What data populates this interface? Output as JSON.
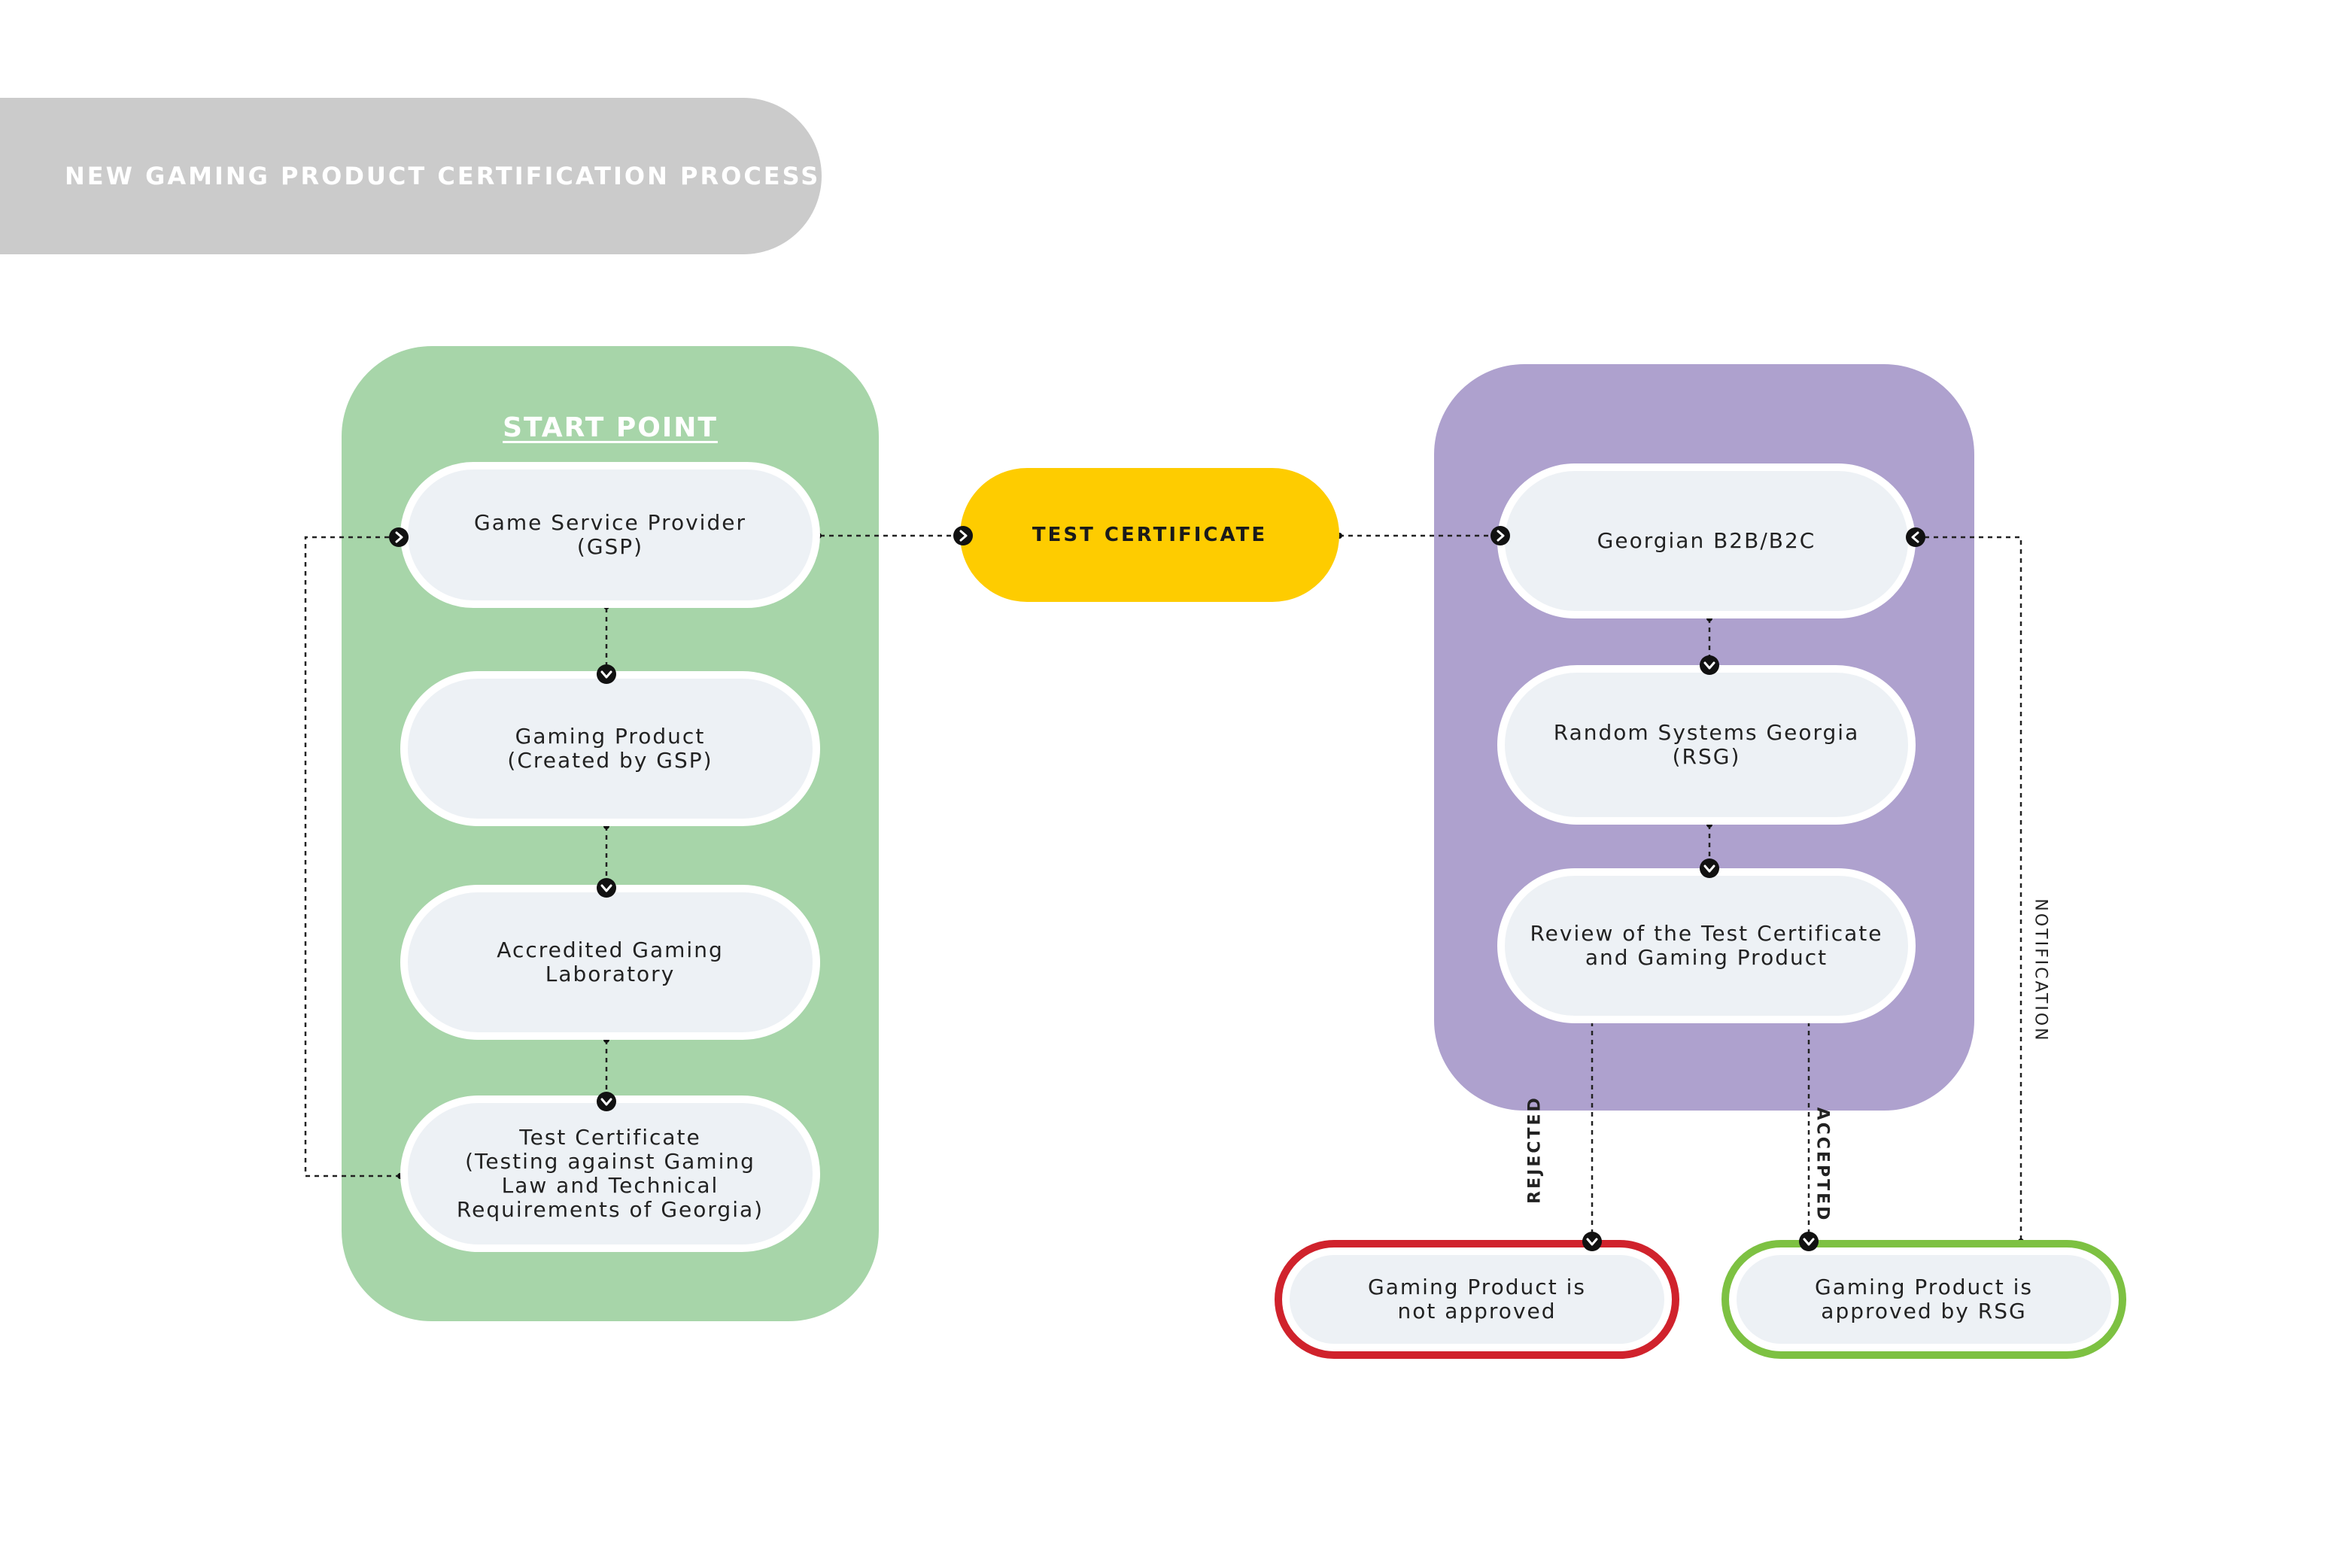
{
  "header": {
    "title": "NEW GAMING PRODUCT CERTIFICATION PROCESS"
  },
  "start_group": {
    "title": "START POINT",
    "color": "#a7d5a9",
    "nodes": {
      "gsp": "Game Service Provider\n(GSP)",
      "gaming_product": "Gaming Product\n(Created by GSP)",
      "laboratory": "Accredited Gaming\nLaboratory",
      "test_certificate": "Test Certificate\n(Testing against Gaming\nLaw and Technical\nRequirements of Georgia)"
    }
  },
  "middle": {
    "label": "TEST CERTIFICATE",
    "color": "#fecc00"
  },
  "review_group": {
    "color": "#aea1ce",
    "nodes": {
      "b2b": "Georgian B2B/B2C",
      "rsg": "Random Systems Georgia\n(RSG)",
      "review": "Review of the Test Certificate\nand Gaming Product"
    }
  },
  "outcomes": {
    "rejected": {
      "edge_label": "REJECTED",
      "text": "Gaming Product is\nnot approved",
      "color": "#d0222c"
    },
    "accepted": {
      "edge_label": "ACCEPTED",
      "text": "Gaming Product is\napproved by RSG",
      "color": "#7dc142"
    }
  },
  "notification": {
    "edge_label": "NOTIFICATION"
  },
  "icons": [
    "arrow-right-icon",
    "arrow-down-icon",
    "arrow-left-icon"
  ]
}
